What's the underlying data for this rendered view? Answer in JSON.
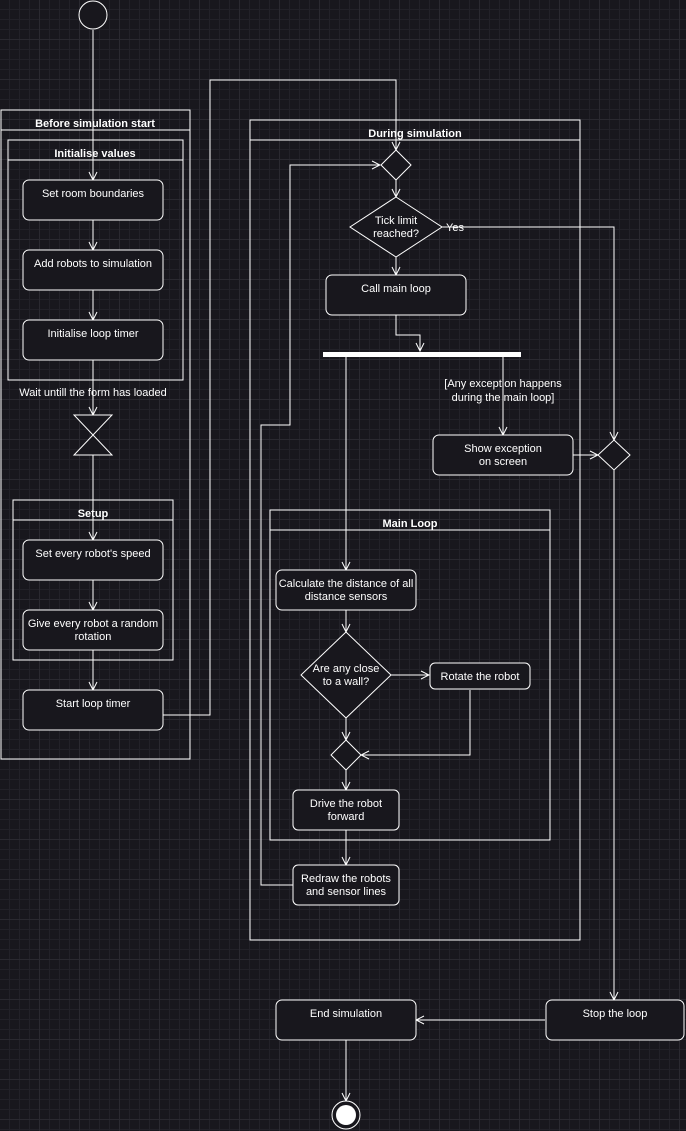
{
  "containers": {
    "before": "Before simulation start",
    "init": "Initialise values",
    "setup": "Setup",
    "during": "During simulation",
    "mainloop": "Main Loop"
  },
  "nodes": {
    "set_room": "Set room boundaries",
    "add_robots": "Add robots to simulation",
    "init_timer": "Initialise loop timer",
    "set_speed": "Set every robot's speed",
    "rotation_1": "Give every robot a random",
    "rotation_2": "rotation",
    "start_timer": "Start loop timer",
    "tick_1": "Tick limit",
    "tick_2": "reached?",
    "call_main": "Call main loop",
    "show_exc_1": "Show exception",
    "show_exc_2": "on screen",
    "calc_1": "Calculate the distance of all",
    "calc_2": "distance sensors",
    "close_1": "Are any close",
    "close_2": "to a wall?",
    "rotate": "Rotate the robot",
    "drive_1": "Drive the robot",
    "drive_2": "forward",
    "redraw_1": "Redraw the robots",
    "redraw_2": "and sensor lines",
    "stop_loop": "Stop the loop",
    "end_sim": "End simulation"
  },
  "labels": {
    "wait_form": "Wait untill the form has loaded",
    "yes": "Yes",
    "exception_1": "[Any exception happens",
    "exception_2": "during the main loop]"
  }
}
